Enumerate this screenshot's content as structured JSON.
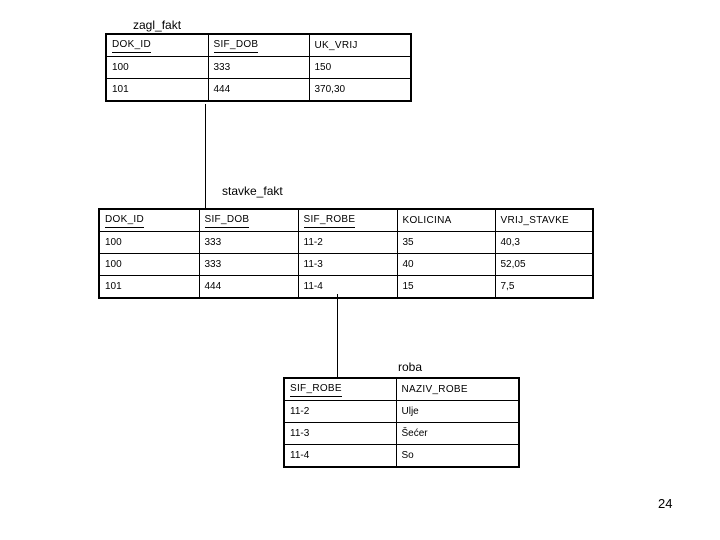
{
  "slide": {
    "page_number": "24"
  },
  "tables": [
    {
      "id": "zagl-fakt",
      "caption": "zagl_fakt",
      "columns": [
        {
          "label": "DOK_ID",
          "primary_key": true
        },
        {
          "label": "SIF_DOB",
          "primary_key": true
        },
        {
          "label": "UK_VRIJ",
          "primary_key": false
        }
      ],
      "rows": [
        [
          "100",
          "333",
          "150"
        ],
        [
          "101",
          "444",
          "370,30"
        ]
      ]
    },
    {
      "id": "stavke-fakt",
      "caption": "stavke_fakt",
      "columns": [
        {
          "label": "DOK_ID",
          "primary_key": true
        },
        {
          "label": "SIF_DOB",
          "primary_key": true
        },
        {
          "label": "SIF_ROBE",
          "primary_key": true
        },
        {
          "label": "KOLICINA",
          "primary_key": false
        },
        {
          "label": "VRIJ_STAVKE",
          "primary_key": false
        }
      ],
      "rows": [
        [
          "100",
          "333",
          "11-2",
          "35",
          "40,3"
        ],
        [
          "100",
          "333",
          "11-3",
          "40",
          "52,05"
        ],
        [
          "101",
          "444",
          "11-4",
          "15",
          "7,5"
        ]
      ]
    },
    {
      "id": "roba",
      "caption": "roba",
      "columns": [
        {
          "label": "SIF_ROBE",
          "primary_key": true
        },
        {
          "label": "NAZIV_ROBE",
          "primary_key": false
        }
      ],
      "rows": [
        [
          "11-2",
          "Ulje"
        ],
        [
          "11-3",
          "Šećer"
        ],
        [
          "11-4",
          "So"
        ]
      ]
    }
  ]
}
